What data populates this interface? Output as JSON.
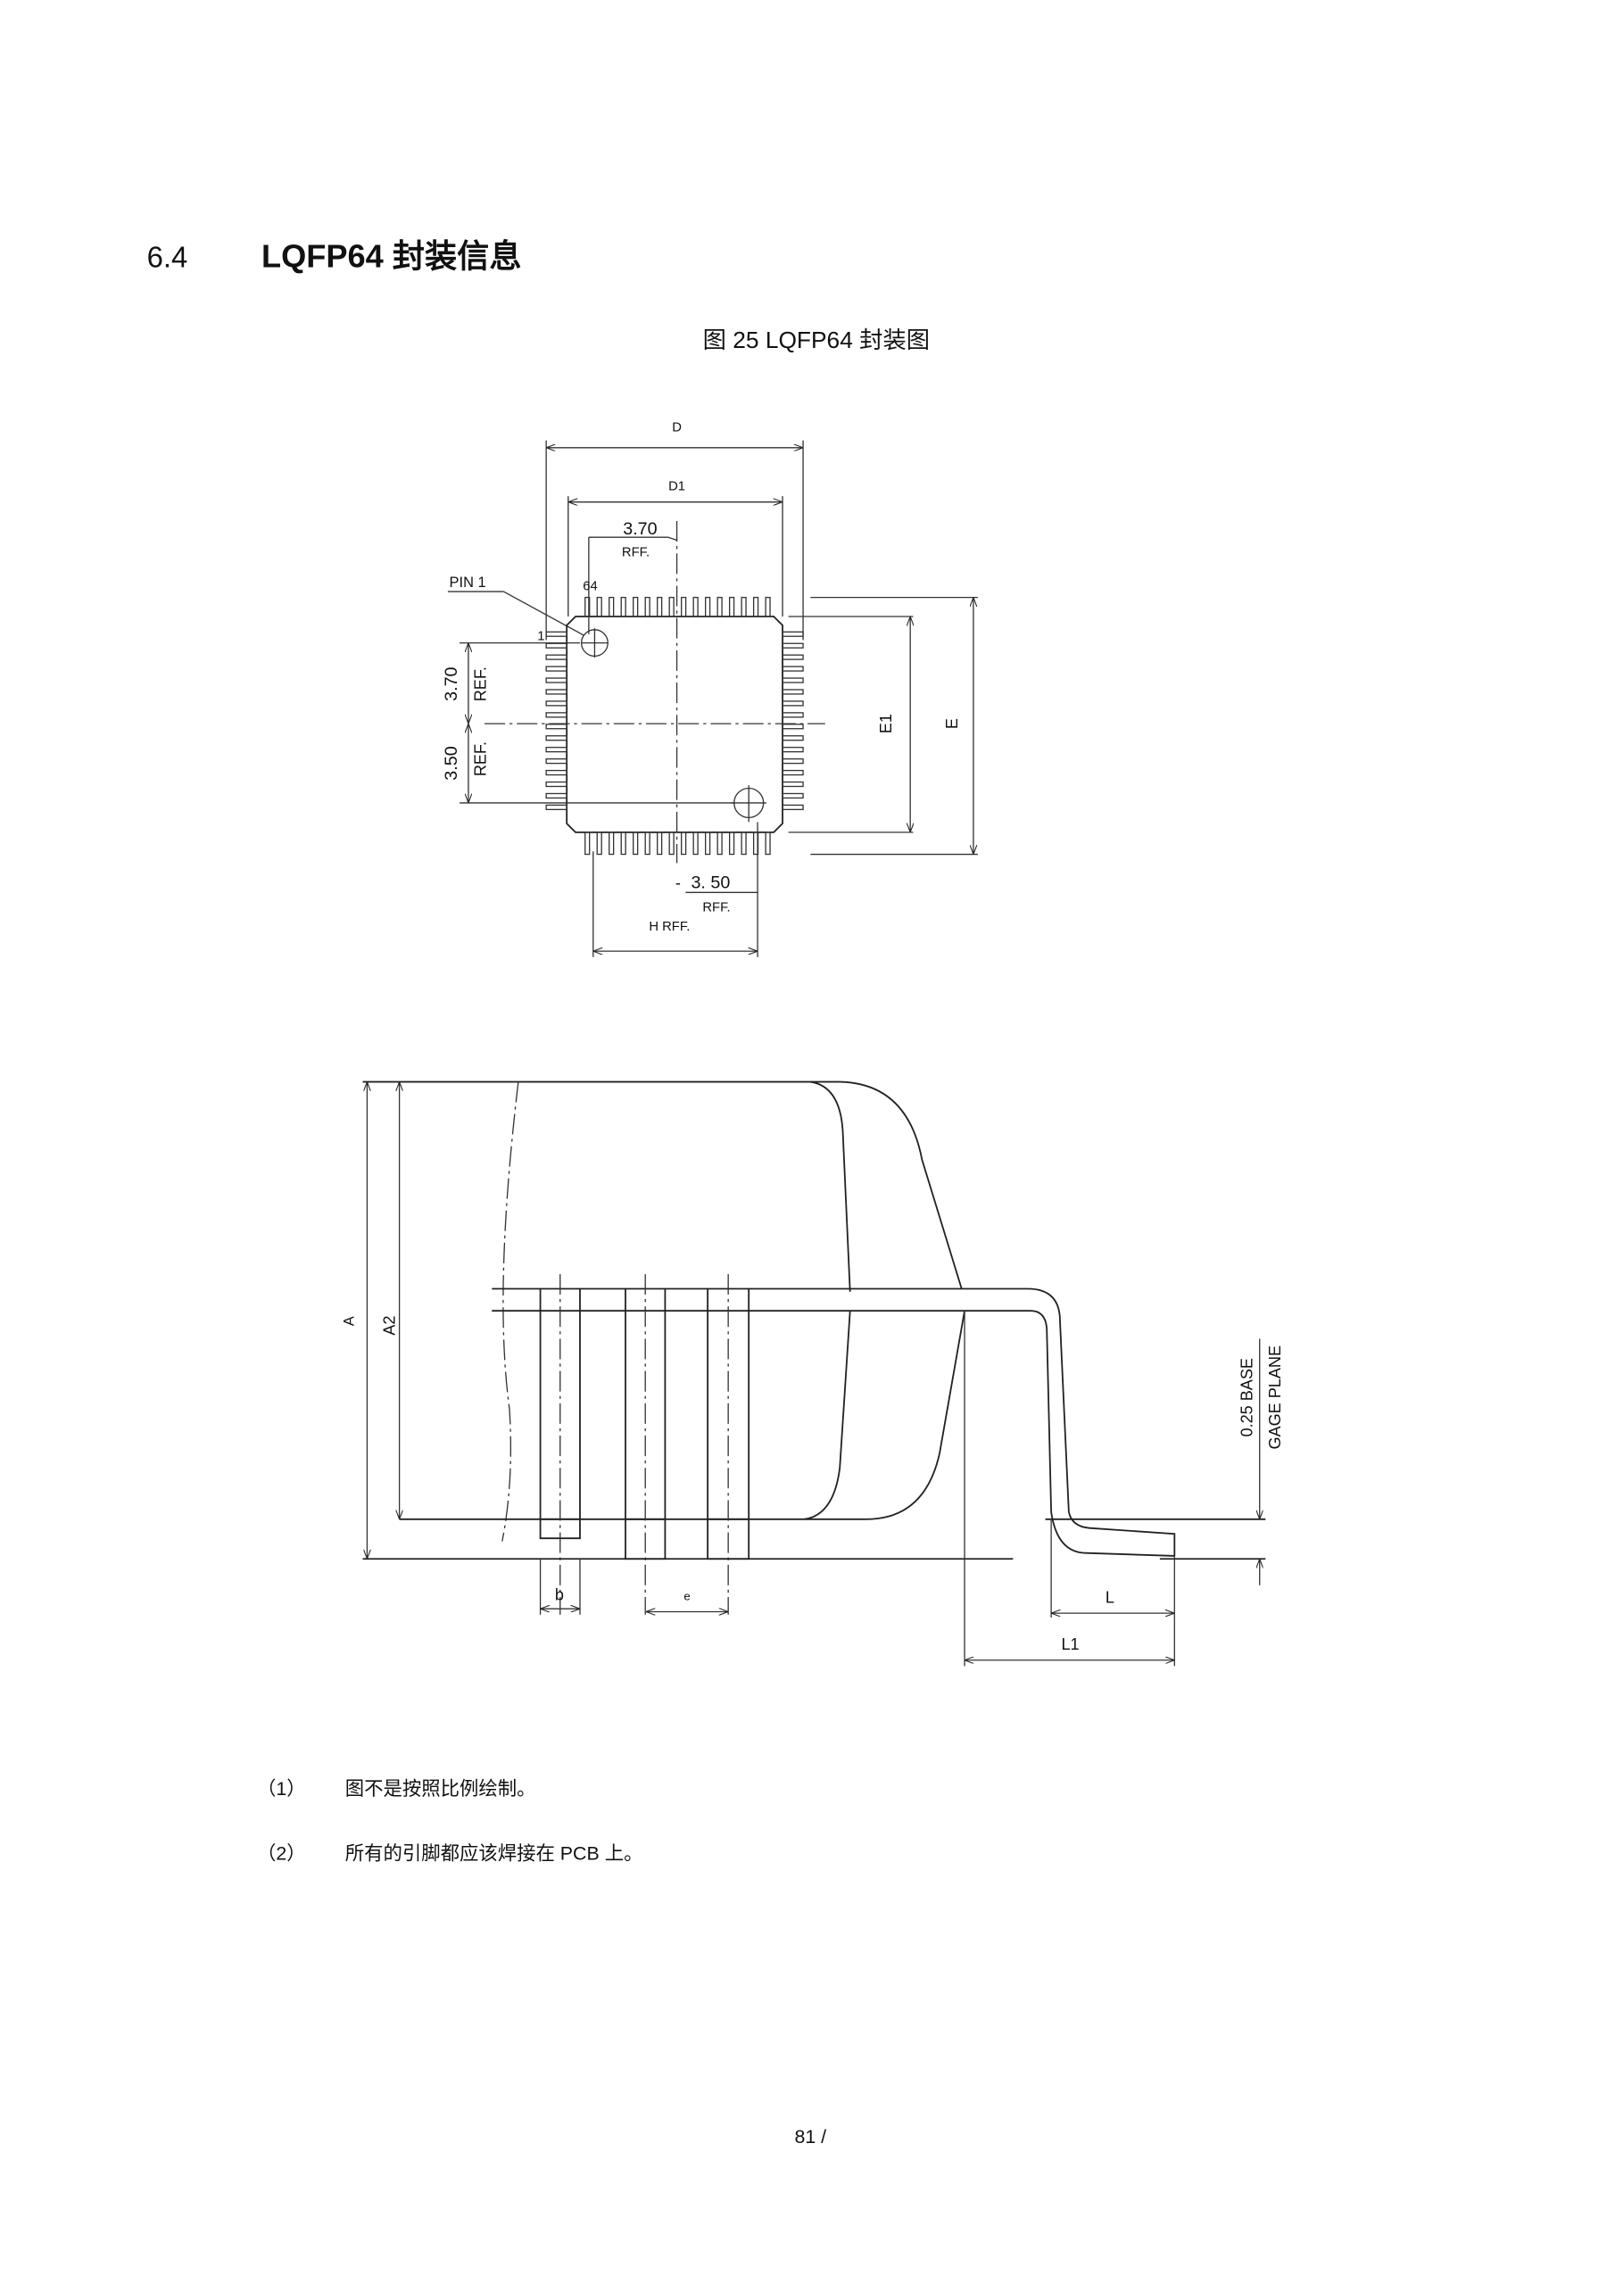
{
  "section": {
    "number": "6.4",
    "title": "LQFP64 封装信息"
  },
  "figure": {
    "caption": "图 25 LQFP64 封装图"
  },
  "top_view": {
    "D": "D",
    "D1": "D1",
    "dim_top_370": "3.70",
    "ref_top": "RFF.",
    "pin1_label": "PIN  1",
    "pin64": "64",
    "pin1_num": "1",
    "left_370": "3.70",
    "left_370_ref": "REF.",
    "left_350": "3.50",
    "left_350_ref": "REF.",
    "E1": "E1",
    "E": "E",
    "bottom_350": "3. 50",
    "bottom_350_dash": "-",
    "bottom_ref": "RFF.",
    "h_ref": "H  RFF."
  },
  "side_view": {
    "A": "A",
    "A2": "A2",
    "b": "b",
    "e": "e",
    "L": "L",
    "L1": "L1",
    "base": "0.25 BASE",
    "gage": "GAGE PLANE"
  },
  "notes": [
    {
      "num": "（1）",
      "text": "图不是按照比例绘制。"
    },
    {
      "num": "（2）",
      "text": "所有的引脚都应该焊接在 PCB 上。"
    }
  ],
  "footer": {
    "page": "81 /"
  }
}
